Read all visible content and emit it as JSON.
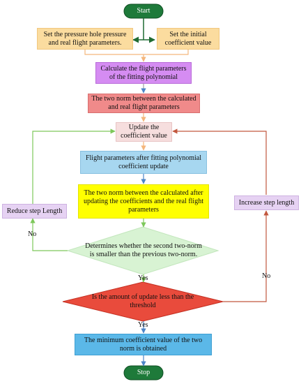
{
  "nodes": {
    "start": "Start",
    "set_pressure": "Set the pressure hole pressure and real flight parameters.",
    "set_initial": "Set the initial coefficient value",
    "calc_fit": "Calculate the flight parameters of the fitting polynomial",
    "two_norm_1": "The two norm between the calculated and real flight parameters",
    "update_coeff": "Update the coefficient value",
    "flight_after": "Flight parameters after fitting polynomial coefficient update",
    "two_norm_2": "The two norm between the calculated after updating the coefficients and the real flight parameters",
    "reduce_step": "Reduce step Length",
    "increase_step": "Increase step length",
    "determines": "Determines whether the second two-norm is smaller than the previous two-norm.",
    "is_amount": "Is the amount of update less than the threshold",
    "minimum": "The minimum coefficient value of the two norm is obtained",
    "stop": "Stop"
  },
  "edge_labels": {
    "no_left": "No",
    "yes_1": "Yes",
    "no_right": "No",
    "yes_2": "Yes"
  },
  "colors": {
    "terminal": "#1e7a3a",
    "orange": "#fbdc9f",
    "purple": "#d58cf2",
    "red_box": "#f08a8a",
    "pink": "#f6dede",
    "blue": "#a7d7f0",
    "yellow": "#ffff00",
    "lavender": "#e6d2f3",
    "green_diamond": "#d8f3d3",
    "red_diamond": "#e94b3c",
    "final_blue": "#5bb8e8",
    "arrow_orange": "#f4b67c",
    "arrow_green": "#7dc85a",
    "arrow_red": "#c2573e",
    "arrow_blue": "#4d85c8"
  }
}
